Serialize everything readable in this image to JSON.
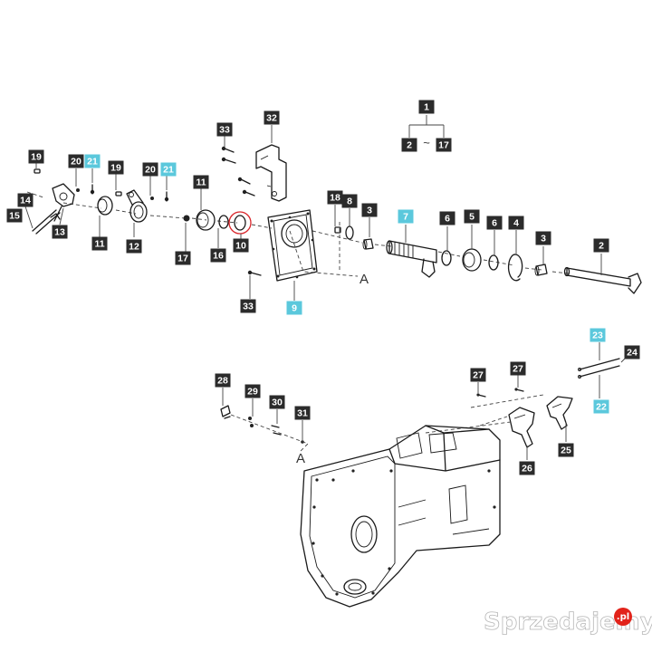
{
  "diagram": {
    "colors": {
      "tag_dark": "#2b2b2b",
      "tag_dark_text": "#ffffff",
      "tag_highlight": "#5bc8dc",
      "tag_highlight_text": "#ffffff",
      "line": "#1a1a1a",
      "circle_mark": "#d9262b"
    },
    "legend": {
      "top": "1",
      "left": "2",
      "sep": "~",
      "right": "17"
    },
    "section_ref": "A",
    "watermark": {
      "text": "Sprzedajemy",
      "suffix": ".pl"
    },
    "labels": [
      {
        "id": "lbl-33a",
        "text": "33",
        "style": "dark"
      },
      {
        "id": "lbl-32",
        "text": "32",
        "style": "dark"
      },
      {
        "id": "lbl-19a",
        "text": "19",
        "style": "dark"
      },
      {
        "id": "lbl-20a",
        "text": "20",
        "style": "dark"
      },
      {
        "id": "lbl-21a",
        "text": "21",
        "style": "highlight"
      },
      {
        "id": "lbl-19b",
        "text": "19",
        "style": "dark"
      },
      {
        "id": "lbl-20b",
        "text": "20",
        "style": "dark"
      },
      {
        "id": "lbl-21b",
        "text": "21",
        "style": "highlight"
      },
      {
        "id": "lbl-11a",
        "text": "11",
        "style": "dark"
      },
      {
        "id": "lbl-14",
        "text": "14",
        "style": "dark"
      },
      {
        "id": "lbl-15",
        "text": "15",
        "style": "dark"
      },
      {
        "id": "lbl-13",
        "text": "13",
        "style": "dark"
      },
      {
        "id": "lbl-11b",
        "text": "11",
        "style": "dark"
      },
      {
        "id": "lbl-12",
        "text": "12",
        "style": "dark"
      },
      {
        "id": "lbl-17",
        "text": "17",
        "style": "dark"
      },
      {
        "id": "lbl-16",
        "text": "16",
        "style": "dark"
      },
      {
        "id": "lbl-10",
        "text": "10",
        "style": "dark"
      },
      {
        "id": "lbl-18",
        "text": "18",
        "style": "dark"
      },
      {
        "id": "lbl-8",
        "text": "8",
        "style": "dark"
      },
      {
        "id": "lbl-3a",
        "text": "3",
        "style": "dark"
      },
      {
        "id": "lbl-7",
        "text": "7",
        "style": "highlight"
      },
      {
        "id": "lbl-6a",
        "text": "6",
        "style": "dark"
      },
      {
        "id": "lbl-5",
        "text": "5",
        "style": "dark"
      },
      {
        "id": "lbl-6b",
        "text": "6",
        "style": "dark"
      },
      {
        "id": "lbl-4",
        "text": "4",
        "style": "dark"
      },
      {
        "id": "lbl-3b",
        "text": "3",
        "style": "dark"
      },
      {
        "id": "lbl-2",
        "text": "2",
        "style": "dark"
      },
      {
        "id": "lbl-33b",
        "text": "33",
        "style": "dark"
      },
      {
        "id": "lbl-9",
        "text": "9",
        "style": "highlight"
      },
      {
        "id": "lbl-23",
        "text": "23",
        "style": "highlight"
      },
      {
        "id": "lbl-24",
        "text": "24",
        "style": "dark"
      },
      {
        "id": "lbl-22",
        "text": "22",
        "style": "highlight"
      },
      {
        "id": "lbl-27a",
        "text": "27",
        "style": "dark"
      },
      {
        "id": "lbl-27b",
        "text": "27",
        "style": "dark"
      },
      {
        "id": "lbl-28",
        "text": "28",
        "style": "dark"
      },
      {
        "id": "lbl-29",
        "text": "29",
        "style": "dark"
      },
      {
        "id": "lbl-30",
        "text": "30",
        "style": "dark"
      },
      {
        "id": "lbl-31",
        "text": "31",
        "style": "dark"
      },
      {
        "id": "lbl-25",
        "text": "25",
        "style": "dark"
      },
      {
        "id": "lbl-26",
        "text": "26",
        "style": "dark"
      }
    ]
  }
}
